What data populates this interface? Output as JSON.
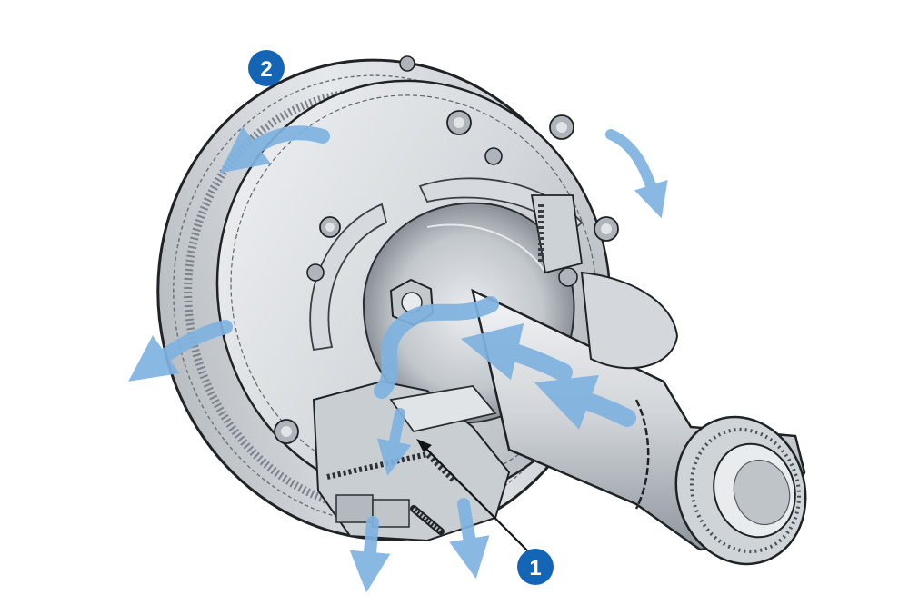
{
  "colors": {
    "background": "#ffffff",
    "metal_light": "#e4e7ea",
    "metal_mid": "#c6cbd0",
    "metal_dark": "#8e959c",
    "outline": "#1f2326",
    "airflow_arrow": "#7fb3e0",
    "callout_fill": "#1565b6"
  },
  "callouts": [
    {
      "label": "1",
      "icon": "numbered-callout"
    },
    {
      "label": "2",
      "icon": "numbered-callout"
    }
  ]
}
